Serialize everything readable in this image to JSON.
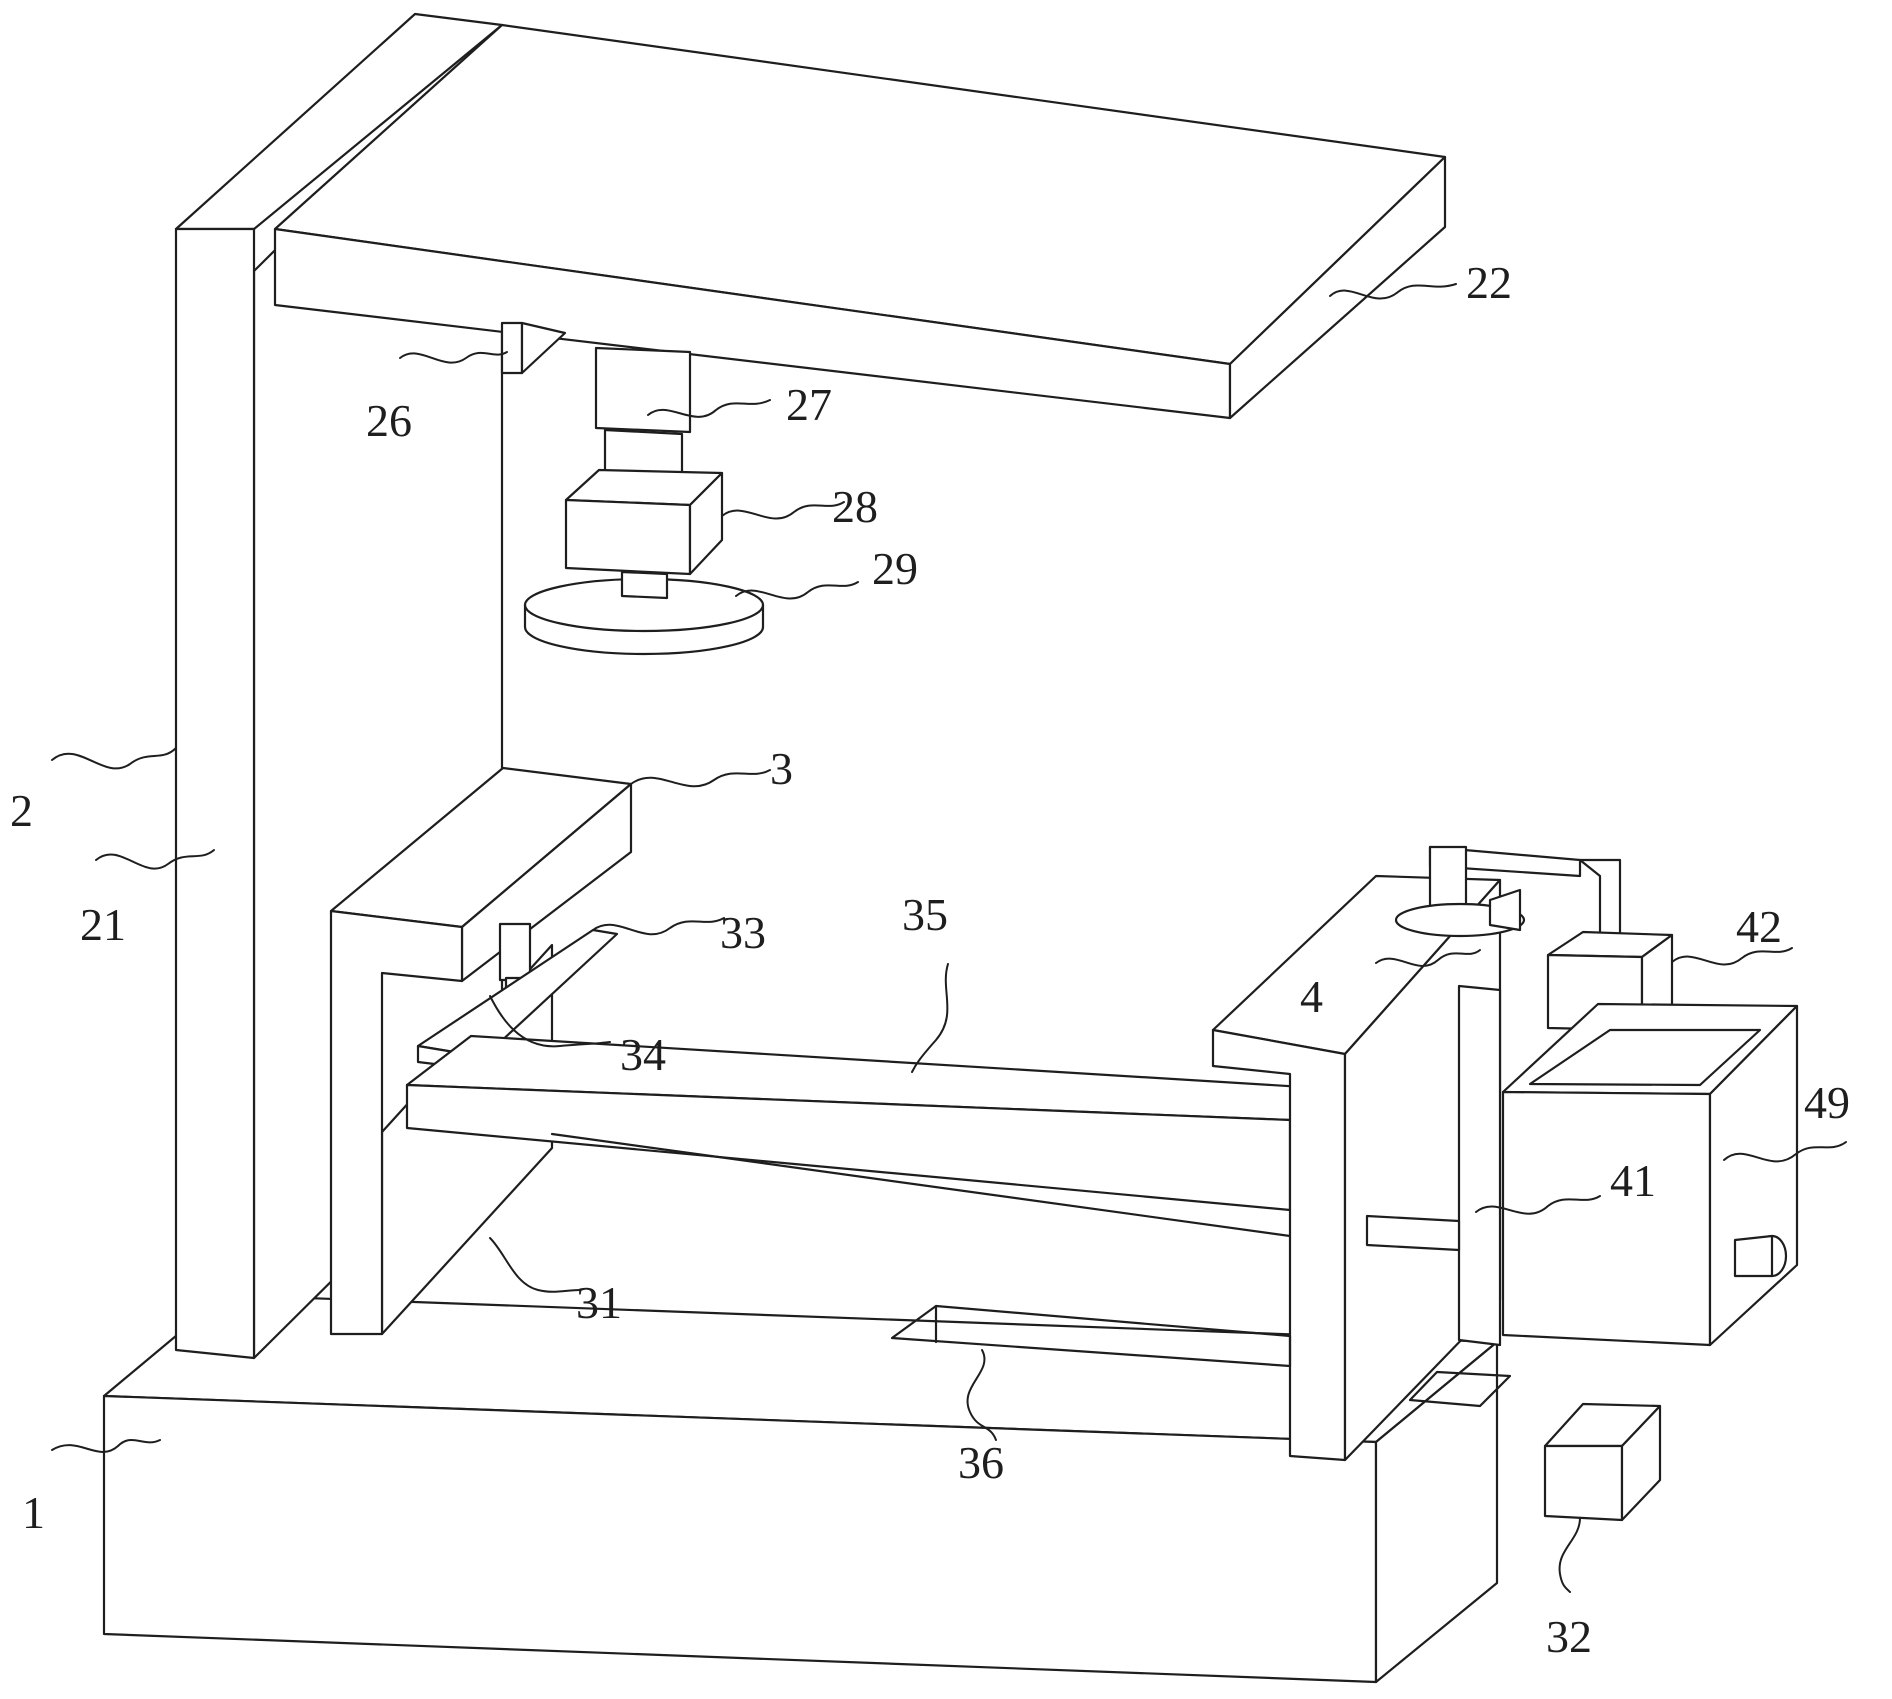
{
  "labels": {
    "l1": "1",
    "l2": "2",
    "l21": "21",
    "l22": "22",
    "l26": "26",
    "l27": "27",
    "l28": "28",
    "l29": "29",
    "l3": "3",
    "l31": "31",
    "l32": "32",
    "l33": "33",
    "l34": "34",
    "l35": "35",
    "l36": "36",
    "l4": "4",
    "l41": "41",
    "l42": "42",
    "l49": "49"
  }
}
